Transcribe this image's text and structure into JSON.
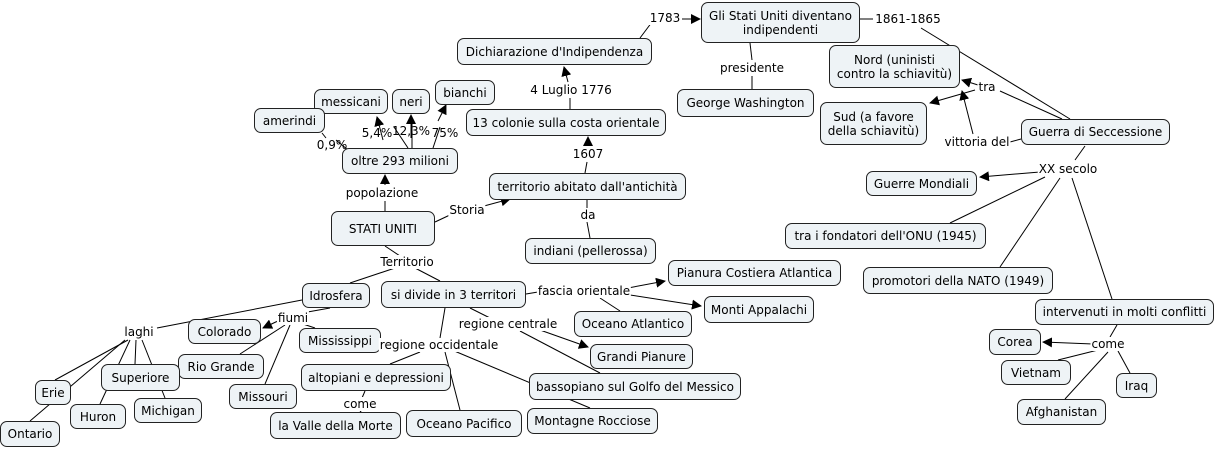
{
  "nodes": {
    "indipendenti": "Gli Stati Uniti diventano\nindipendenti",
    "dichiarazione": "Dichiarazione d'Indipendenza",
    "washington": "George Washington",
    "nord": "Nord (uninisti\ncontro la schiavitù)",
    "sud": "Sud (a favore\ndella schiavitù)",
    "secessione": "Guerra di Seccessione",
    "mondiali": "Guerre Mondiali",
    "onu": "tra i fondatori dell'ONU (1945)",
    "nato": "promotori della NATO (1949)",
    "conflitti": "intervenuti in molti conflitti",
    "corea": "Corea",
    "vietnam": "Vietnam",
    "iraq": "Iraq",
    "afghanistan": "Afghanistan",
    "bianchi": "bianchi",
    "messicani": "messicani",
    "neri": "neri",
    "amerindi": "amerindi",
    "colonie": "13 colonie sulla costa orientale",
    "popolazione_val": "oltre 293 milioni",
    "territorio_abitato": "territorio abitato dall'antichità",
    "stati_uniti": "STATI UNITI",
    "indiani": "indiani (pellerossa)",
    "pianura": "Pianura Costiera Atlantica",
    "idrosfera": "Idrosfera",
    "divide": "si divide in 3 territori",
    "appalachi": "Monti Appalachi",
    "colorado": "Colorado",
    "atlantico": "Oceano Atlantico",
    "mississippi": "Mississippi",
    "grandi_pianure": "Grandi Pianure",
    "rio_grande": "Rio Grande",
    "altopiani": "altopiani e depressioni",
    "superiore": "Superiore",
    "bassopiano": "bassopiano sul Golfo del Messico",
    "erie": "Erie",
    "missouri": "Missouri",
    "michigan": "Michigan",
    "huron": "Huron",
    "pacifico": "Oceano Pacifico",
    "rocciose": "Montagne Rocciose",
    "valle": "la Valle della Morte",
    "ontario": "Ontario"
  },
  "links": {
    "y1783": "1783",
    "y1861": "1861-1865",
    "presidente": "presidente",
    "tra": "tra",
    "vittoria": "vittoria del",
    "xx": "XX secolo",
    "luglio": "4 Luglio 1776",
    "y1607": "1607",
    "p54": "5,4%",
    "p123": "12,3%",
    "p75": "75%",
    "p09": "0,9%",
    "popolazione": "popolazione",
    "storia": "Storia",
    "da": "da",
    "territorio": "Territorio",
    "fascia": "fascia orientale",
    "fiumi": "fiumi",
    "laghi": "laghi",
    "centrale": "regione centrale",
    "occidentale": "regione occidentale",
    "come1": "come",
    "come2": "come"
  }
}
